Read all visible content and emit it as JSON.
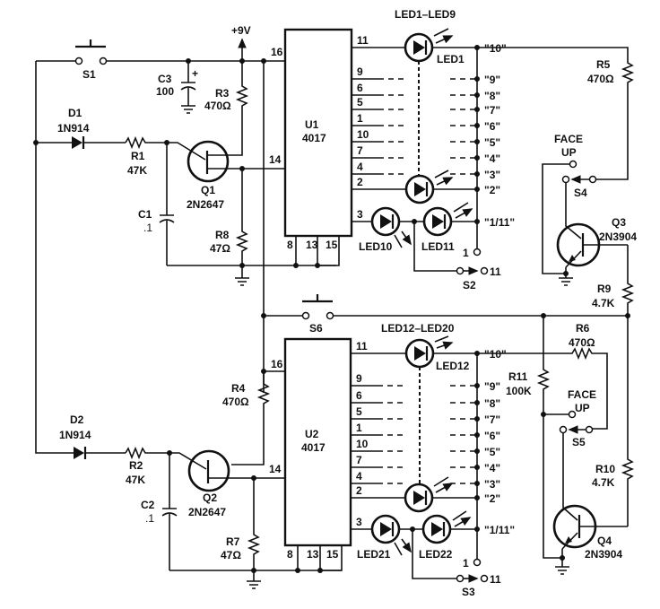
{
  "supply": {
    "label": "+9V"
  },
  "switches": {
    "s1": "S1",
    "s2": "S2",
    "s3": "S3",
    "s4": "S4",
    "s5": "S5",
    "s6": "S6",
    "s2_pos_1": "1",
    "s2_pos_11": "11",
    "s3_pos_1": "1",
    "s3_pos_11": "11",
    "face_up_1": "FACE",
    "face_up_2": "UP",
    "face_up_3": "FACE",
    "face_up_4": "UP"
  },
  "capacitors": {
    "c1": {
      "name": "C1",
      "value": ".1"
    },
    "c2": {
      "name": "C2",
      "value": ".1"
    },
    "c3": {
      "name": "C3",
      "value": "100",
      "polarity": "+"
    }
  },
  "resistors": {
    "r1": {
      "name": "R1",
      "value": "47K"
    },
    "r2": {
      "name": "R2",
      "value": "47K"
    },
    "r3": {
      "name": "R3",
      "value": "470Ω"
    },
    "r4": {
      "name": "R4",
      "value": "470Ω"
    },
    "r5": {
      "name": "R5",
      "value": "470Ω"
    },
    "r6": {
      "name": "R6",
      "value": "470Ω"
    },
    "r7": {
      "name": "R7",
      "value": "47Ω"
    },
    "r8": {
      "name": "R8",
      "value": "47Ω"
    },
    "r9": {
      "name": "R9",
      "value": "4.7K"
    },
    "r10": {
      "name": "R10",
      "value": "4.7K"
    },
    "r11": {
      "name": "R11",
      "value": "100K"
    }
  },
  "diodes": {
    "d1": {
      "name": "D1",
      "part": "1N914"
    },
    "d2": {
      "name": "D2",
      "part": "1N914"
    }
  },
  "transistors": {
    "q1": {
      "name": "Q1",
      "part": "2N2647"
    },
    "q2": {
      "name": "Q2",
      "part": "2N2647"
    },
    "q3": {
      "name": "Q3",
      "part": "2N3904"
    },
    "q4": {
      "name": "Q4",
      "part": "2N3904"
    }
  },
  "ics": {
    "u1": {
      "name": "U1",
      "part": "4017",
      "pin_left_top": "16",
      "pin_left_mid": "14",
      "outputs": [
        "11",
        "9",
        "6",
        "5",
        "1",
        "10",
        "7",
        "4",
        "2",
        "3"
      ],
      "bottom_pins": [
        "8",
        "13",
        "15"
      ]
    },
    "u2": {
      "name": "U2",
      "part": "4017",
      "pin_left_top": "16",
      "pin_left_mid": "14",
      "outputs": [
        "11",
        "9",
        "6",
        "5",
        "1",
        "10",
        "7",
        "4",
        "2",
        "3"
      ],
      "bottom_pins": [
        "8",
        "13",
        "15"
      ]
    }
  },
  "leds": {
    "group1": "LED1–LED9",
    "led1": "LED1",
    "led10": "LED10",
    "led11": "LED11",
    "group2": "LED12–LED20",
    "led12": "LED12",
    "led21": "LED21",
    "led22": "LED22"
  },
  "display_labels": [
    "\"10\"",
    "\"9\"",
    "\"8\"",
    "\"7\"",
    "\"6\"",
    "\"5\"",
    "\"4\"",
    "\"3\"",
    "\"2\"",
    "\"1/11\""
  ]
}
